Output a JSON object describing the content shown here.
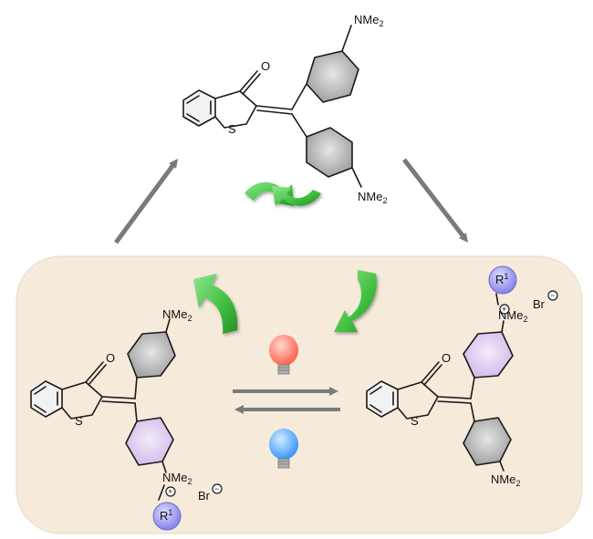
{
  "colors": {
    "panel_bg": "#f6eadb",
    "arrow_grey": "#7a7a7a",
    "recycle_green": "#3fbf3f",
    "bulb_red": "#ff6b5a",
    "bulb_blue": "#4aa8ff",
    "ammonium_circle": "#9d9bf2",
    "ring_purple": "#e2d6f2",
    "ring_grey": "#b8b8b8"
  },
  "labels": {
    "top_nme2_upper": "NMe",
    "top_nme2_lower": "NMe",
    "left_nme2_upper": "NMe",
    "left_nme2_ammonium": "NMe",
    "right_nme2_ammonium": "NMe",
    "right_nme2_lower": "NMe",
    "subscript_2": "2",
    "oxygen": "O",
    "sulfur": "S",
    "substituent": "R",
    "superscript_1": "1",
    "bromide": "Br",
    "plus_sign": "+",
    "minus_sign": "−"
  },
  "icons": {
    "recycle_top": "green-recycle-arrows-icon",
    "recycle_left": "green-recycle-arrow-icon",
    "recycle_right": "green-recycle-arrow-icon",
    "bulb_red": "red-light-bulb-icon",
    "bulb_blue": "blue-light-bulb-icon"
  }
}
